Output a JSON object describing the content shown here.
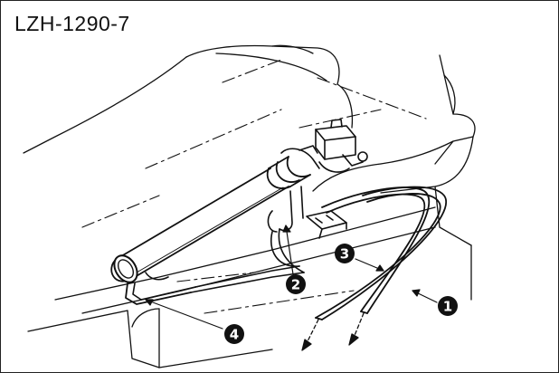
{
  "model": "LZH-1290-7",
  "callouts": [
    {
      "id": "c1",
      "label": "1"
    },
    {
      "id": "c2",
      "label": "2"
    },
    {
      "id": "c3",
      "label": "3"
    },
    {
      "id": "c4",
      "label": "4"
    }
  ],
  "colors": {
    "ink": "#111111",
    "background": "#ffffff"
  }
}
